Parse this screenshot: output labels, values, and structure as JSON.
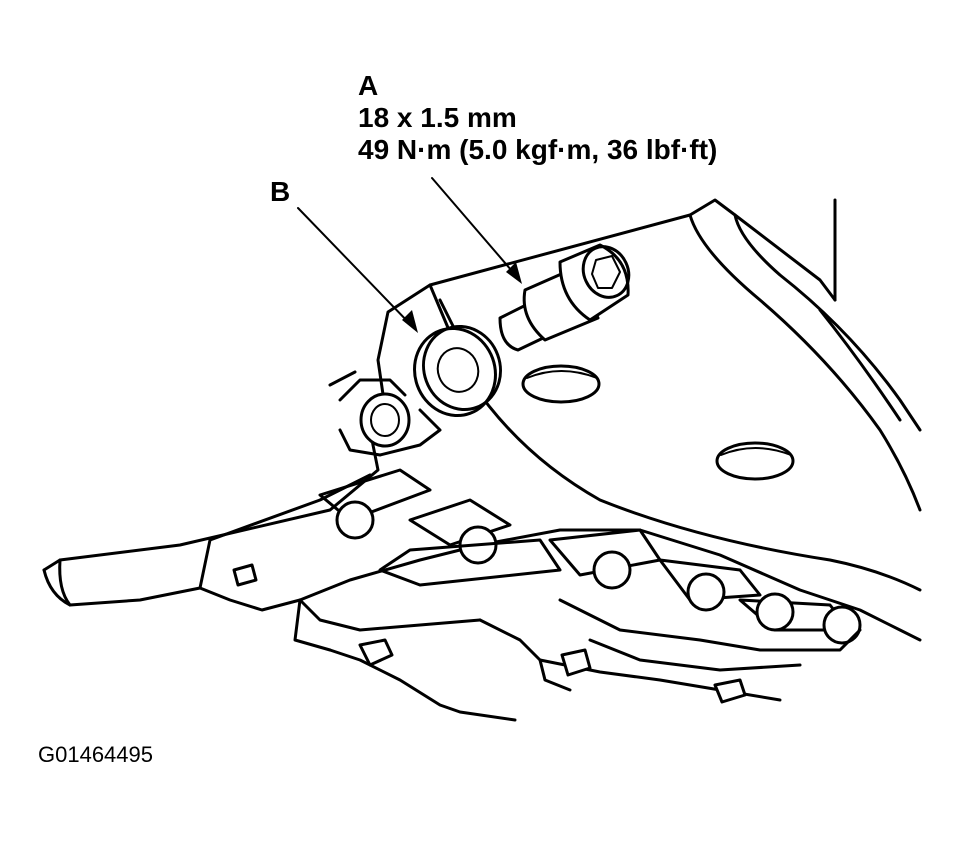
{
  "callouts": {
    "a": {
      "letter": "A",
      "size": "18 x 1.5 mm",
      "torque": "49 N·m (5.0 kgf·m, 36 lbf·ft)"
    },
    "b": {
      "letter": "B"
    }
  },
  "figure_id": "G01464495"
}
